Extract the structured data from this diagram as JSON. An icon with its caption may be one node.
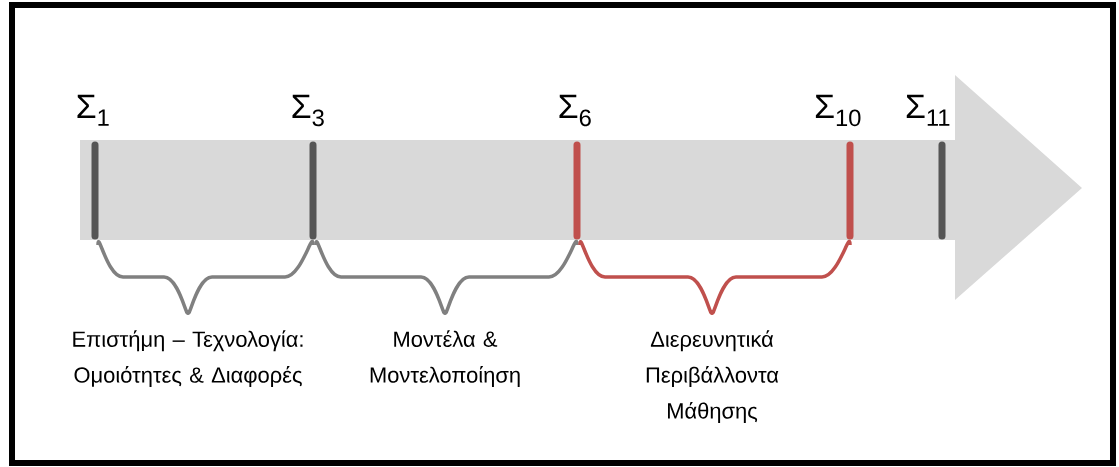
{
  "diagram": {
    "nodes": [
      {
        "text": [],
        "shape": "arrow"
      }
    ],
    "labels": [
      "Σ$_{1}$",
      "Σ$_{3}$",
      "Σ$_{6}$",
      "Σ$_{10}$",
      "Σ$_{11}$",
      "Επιστήμη – Τεχνολογία: Ομοιότητες & Διαφορές",
      "Μοντέλα & Μοντελοποίηση",
      "Διερευνητικά Περιβάλλοντα Μάθησης"
    ]
  }
}
